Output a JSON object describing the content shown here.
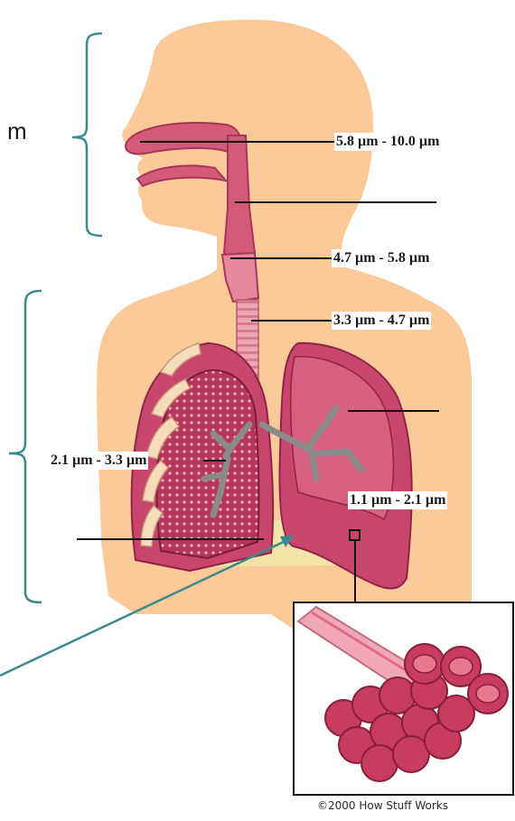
{
  "labels": {
    "nose": "5.8 µm - 10.0 µm",
    "larynx": "4.7 µm - 5.8 µm",
    "trachea": "3.3 µm - 4.7 µm",
    "bronchi": "2.1 µm - 3.3 µm",
    "alveoli": "1.1 µm - 2.1 µm"
  },
  "cropped_fragment": "m",
  "credit": "©2000 How Stuff Works",
  "colors": {
    "skin": "#fcc998",
    "lung": "#c8466e",
    "lung_dark": "#a02c50",
    "bronchi": "#8a8a8a",
    "bracket": "#3a8a8e",
    "leader": "#111111"
  }
}
